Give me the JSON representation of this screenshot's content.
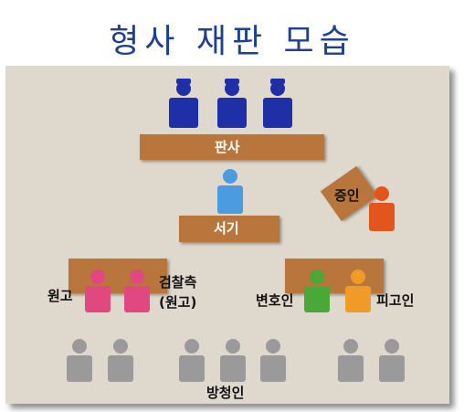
{
  "title": "형사 재판 모습",
  "labels": {
    "judge": "판사",
    "clerk": "서기",
    "witness": "증인",
    "plaintiff": "원고",
    "prosecutor_line1": "검찰측",
    "prosecutor_line2": "(원고)",
    "lawyer": "변호인",
    "defendant": "피고인",
    "audience": "방청인"
  },
  "icons": {
    "judge": "judge-person-icon",
    "clerk": "clerk-person-icon",
    "witness": "witness-person-icon",
    "prosecutor": "prosecutor-person-icon",
    "lawyer": "lawyer-person-icon",
    "defendant": "defendant-person-icon",
    "audience": "audience-person-icon"
  },
  "colors": {
    "title": "#1f3f8f",
    "room": "#ded8cd",
    "desk": "#b8763c",
    "judge": "#1f2fa8",
    "clerk": "#4a9be0",
    "witness": "#e2561e",
    "prosecutor": "#e0487f",
    "lawyer": "#49a838",
    "defendant": "#f09a28",
    "audience": "#9a9a9a"
  }
}
